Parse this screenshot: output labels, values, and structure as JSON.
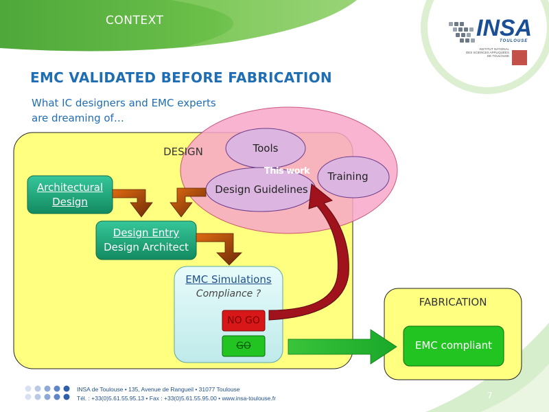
{
  "header": {
    "section": "CONTEXT",
    "title": "EMC VALIDATED BEFORE FABRICATION",
    "subtitle_line1": "What IC designers and EMC experts",
    "subtitle_line2": "are dreaming of…"
  },
  "logo": {
    "name": "INSA",
    "sub": "TOULOUSE",
    "institute_line1": "INSTITUT NATIONAL",
    "institute_line2": "DES SCIENCES APPLIQUÉES",
    "institute_line3": "DE TOULOUSE"
  },
  "diagram": {
    "design_label": "DESIGN",
    "architectural_line1": "Architectural",
    "architectural_line2": "Design",
    "entry_line1": "Design Entry",
    "entry_line2": "Design Architect",
    "tools": "Tools",
    "this_work": "This work",
    "guidelines": "Design Guidelines",
    "training": "Training",
    "emc_sim": "EMC Simulations",
    "compliance": "Compliance ?",
    "no_go": "NO GO",
    "go": "GO",
    "fabrication_label": "FABRICATION",
    "emc_compliant": "EMC compliant"
  },
  "footer": {
    "line1": "INSA de Toulouse • 135, Avenue de Rangueil • 31077 Toulouse",
    "line2": "Tél. : +33(0)5.61.55.95.13 • Fax : +33(0)5.61.55.95.00 • www.insa-toulouse.fr"
  },
  "page_number": "7",
  "colors": {
    "brand_blue": "#1f6db3",
    "design_yellow": "#ffff80",
    "green_box": "#1fa77a",
    "pink": "#f7a8c8",
    "ellipse_purple": "#dcb6e0",
    "red_button": "#d81818",
    "green_button": "#22c422",
    "dark_red_arrow": "#a0131c"
  }
}
